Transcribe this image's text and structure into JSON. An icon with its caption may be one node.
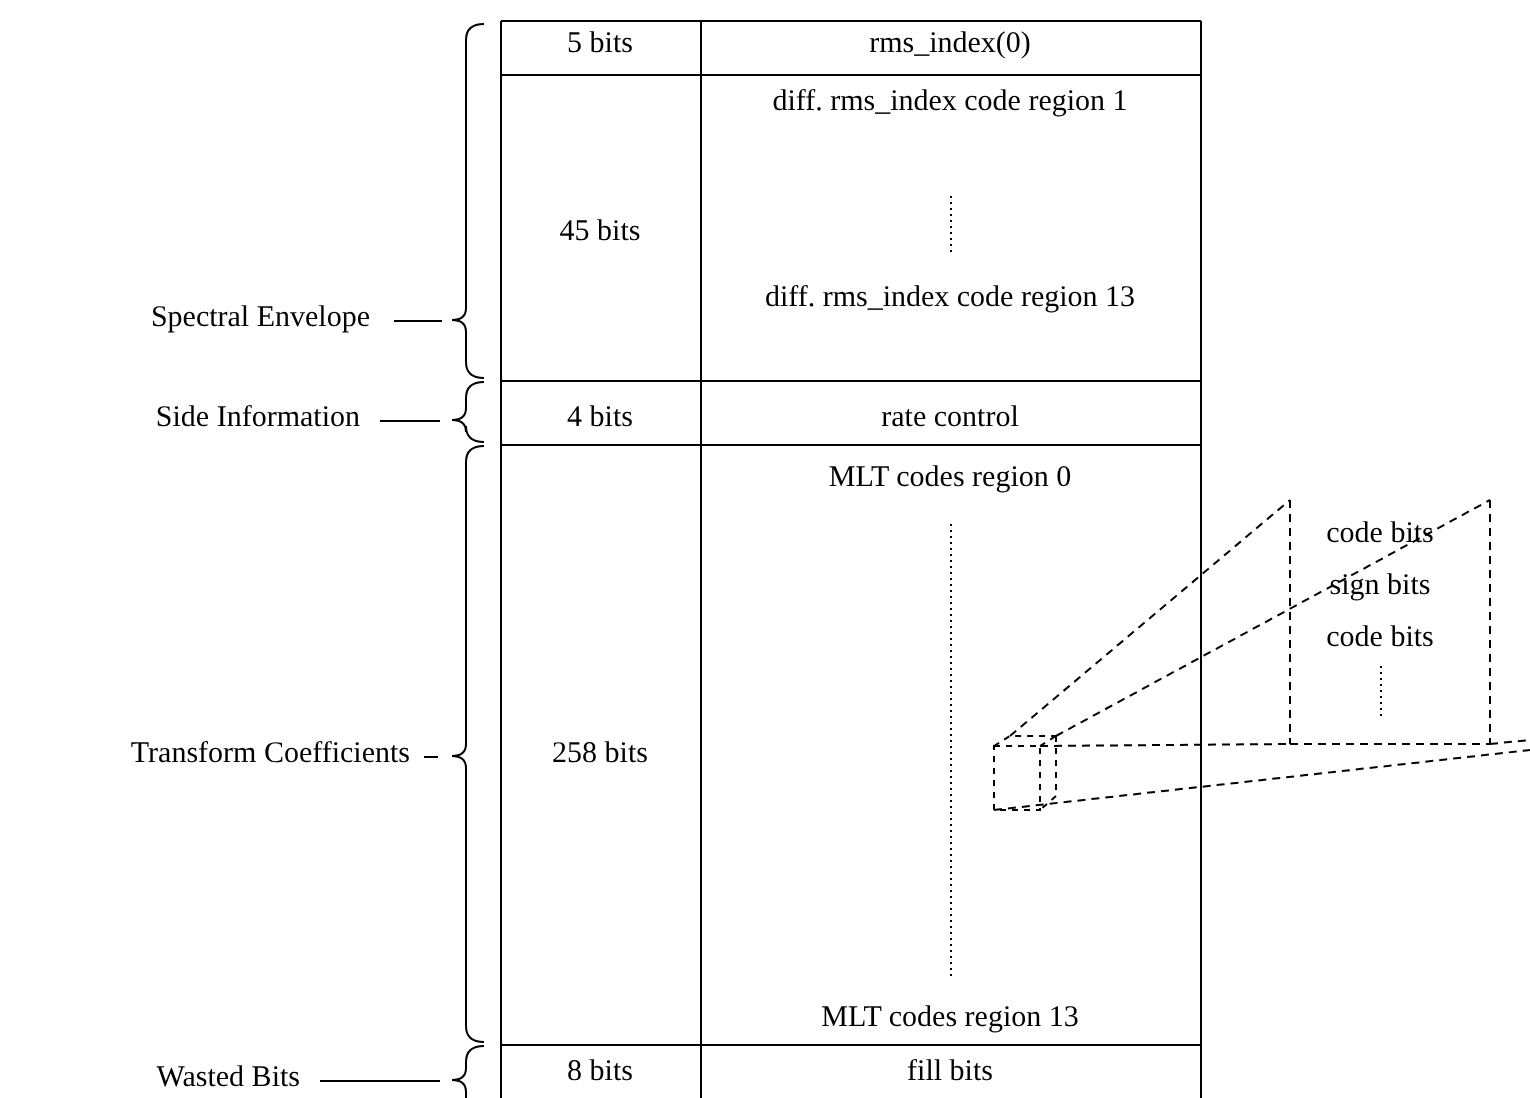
{
  "diagram": {
    "labels": [
      "5 bits",
      "rms_index(0)",
      "diff. rms_index code region 1",
      "Spectral Envelope",
      "45 bits",
      "diff. rms_index code region 13",
      "Side Information",
      "4 bits",
      "rate control",
      "MLT codes region 0",
      "code bits",
      "sign bits",
      "code bits",
      "Transform Coefficients",
      "258 bits",
      "MLT codes region 13",
      "Wasted Bits",
      "8 bits",
      "fill bits"
    ]
  }
}
